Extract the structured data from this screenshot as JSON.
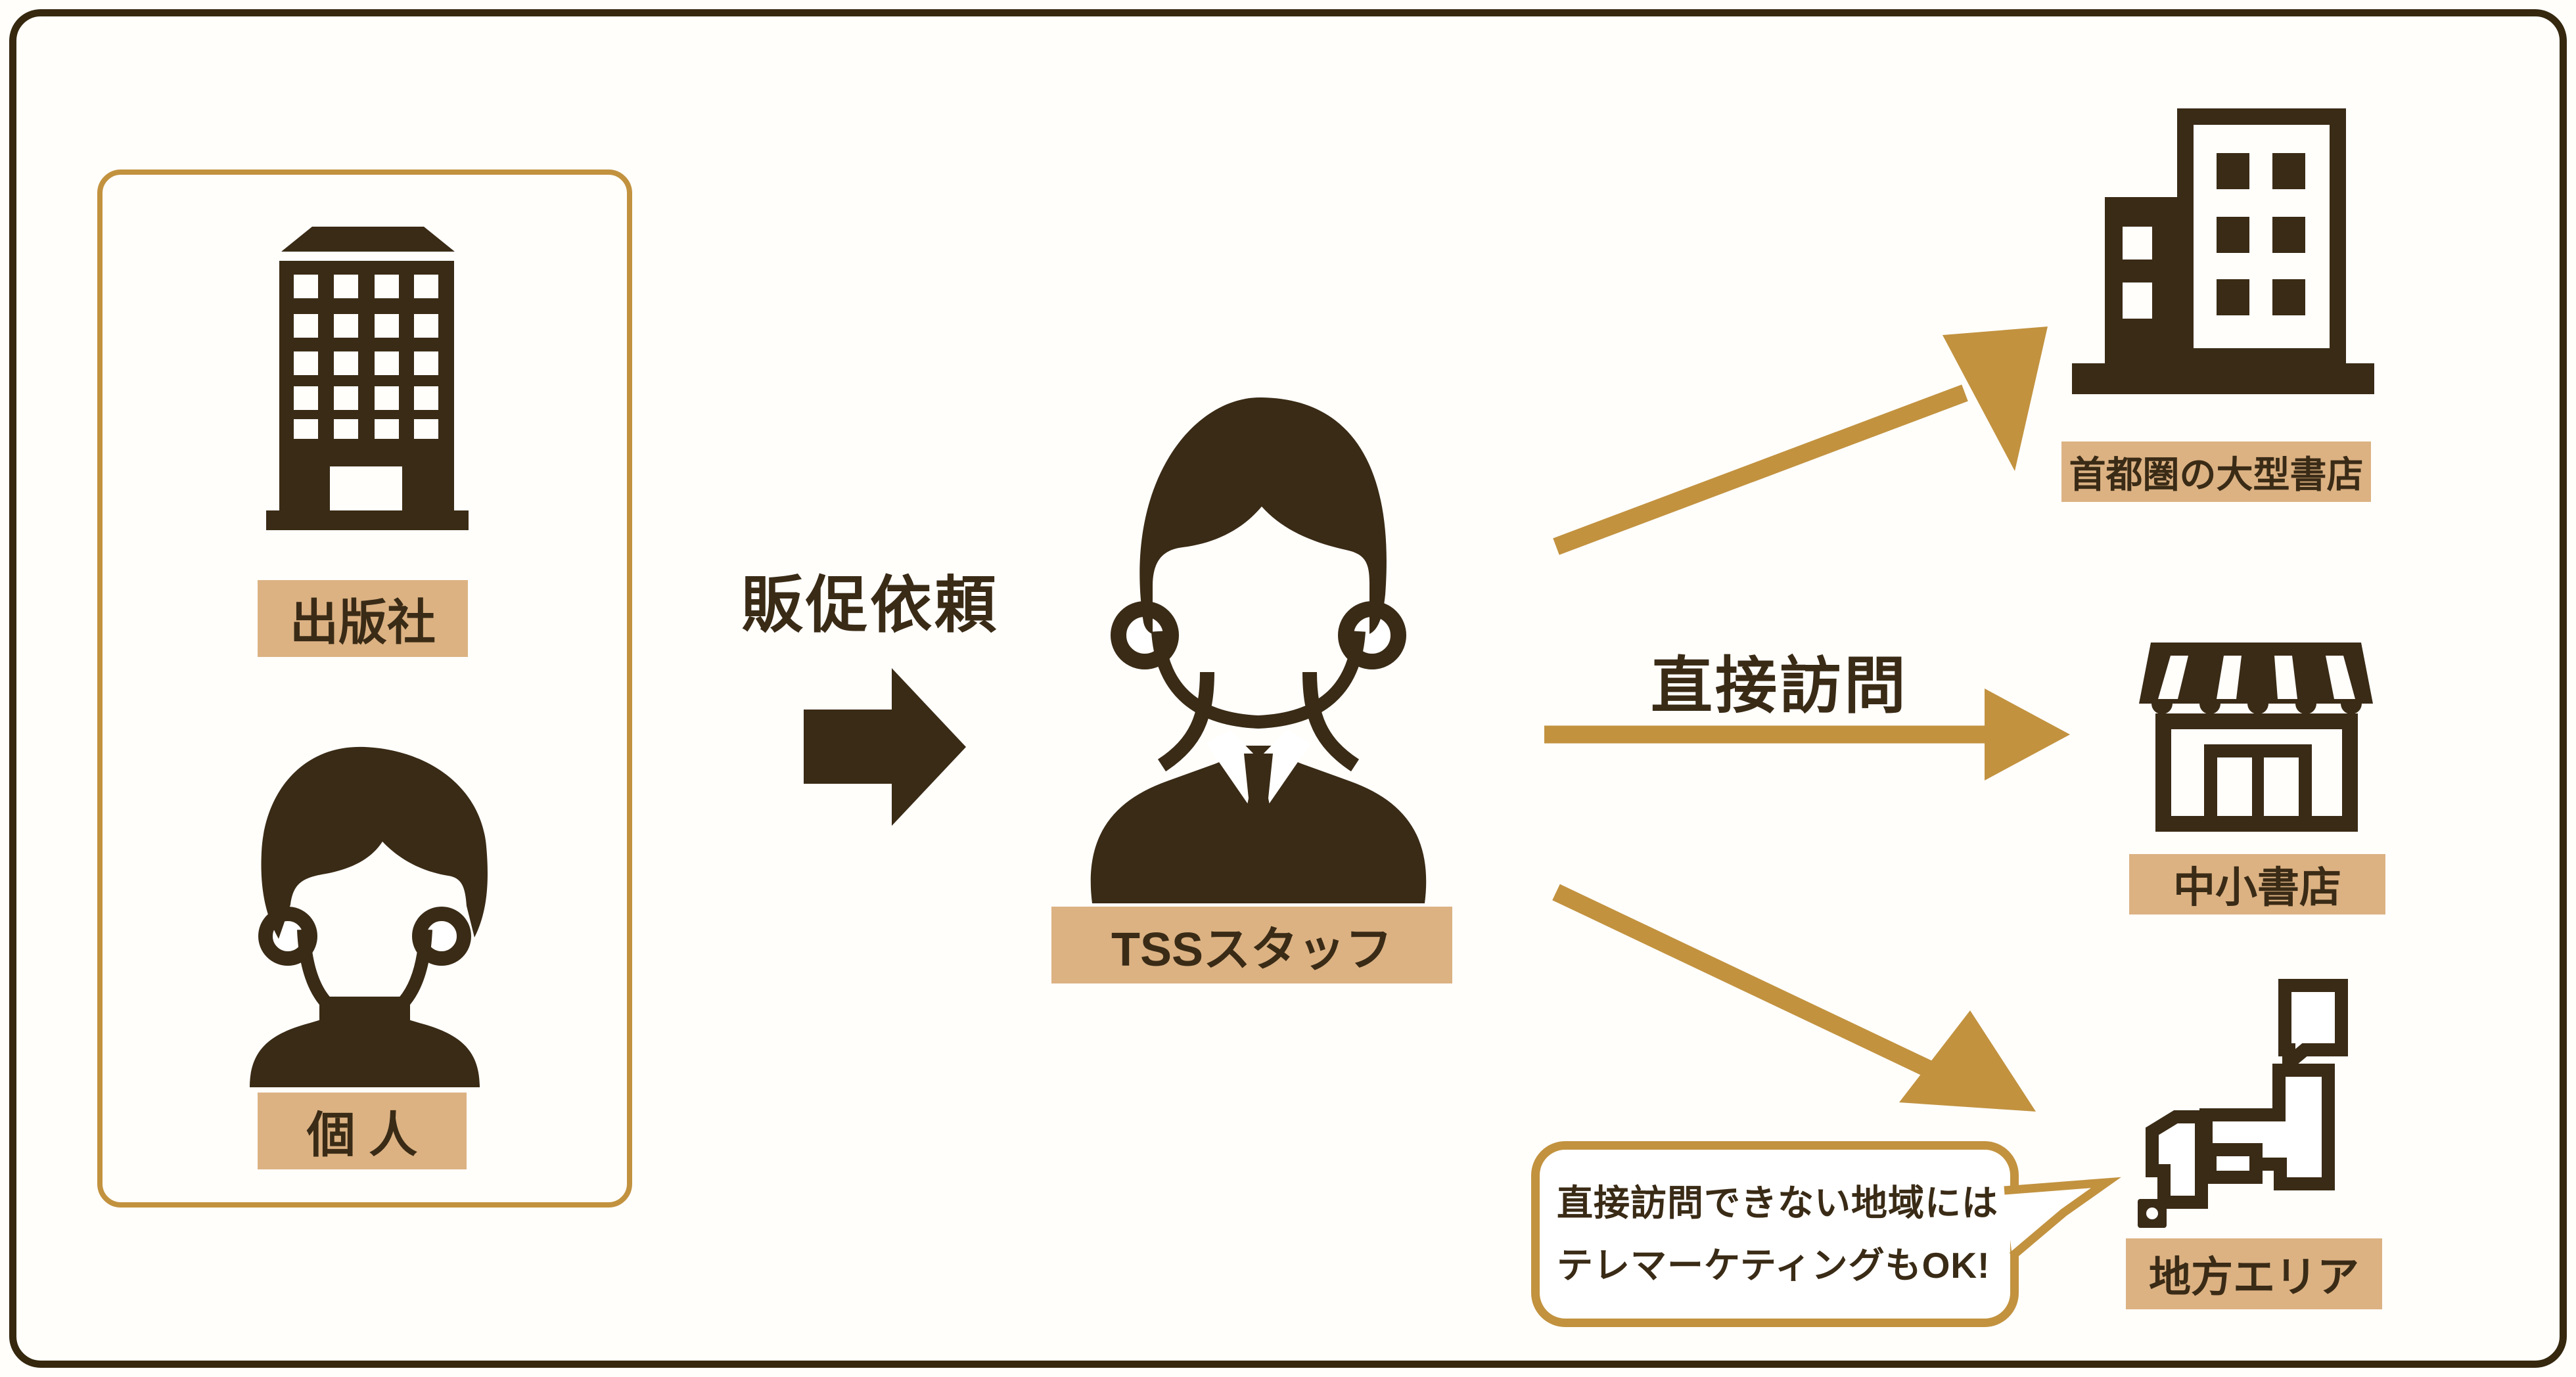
{
  "colors": {
    "dark_brown": "#3a2b16",
    "gold": "#c2923f",
    "tan_label_bg": "#dcb283",
    "background": "#fffefb",
    "bubble_bg": "#ffffff"
  },
  "source_group": {
    "publisher": {
      "label": "出版社",
      "icon": "office-building-icon"
    },
    "individual": {
      "label": "個 人",
      "icon": "person-icon"
    }
  },
  "flow": {
    "request_label": "販促依頼",
    "request_arrow_icon": "right-block-arrow-icon",
    "staff": {
      "label": "TSSスタッフ",
      "icon": "businessman-icon"
    },
    "visit_label": "直接訪問"
  },
  "targets": {
    "metro_bookstore": {
      "label": "首都圏の大型書店",
      "icon": "city-buildings-icon"
    },
    "small_bookstore": {
      "label": "中小書店",
      "icon": "storefront-icon"
    },
    "regional_area": {
      "label": "地方エリア",
      "icon": "japan-map-icon"
    }
  },
  "speech_bubble": {
    "line1": "直接訪問できない地域には",
    "line2": "テレマーケティングもOK!"
  }
}
